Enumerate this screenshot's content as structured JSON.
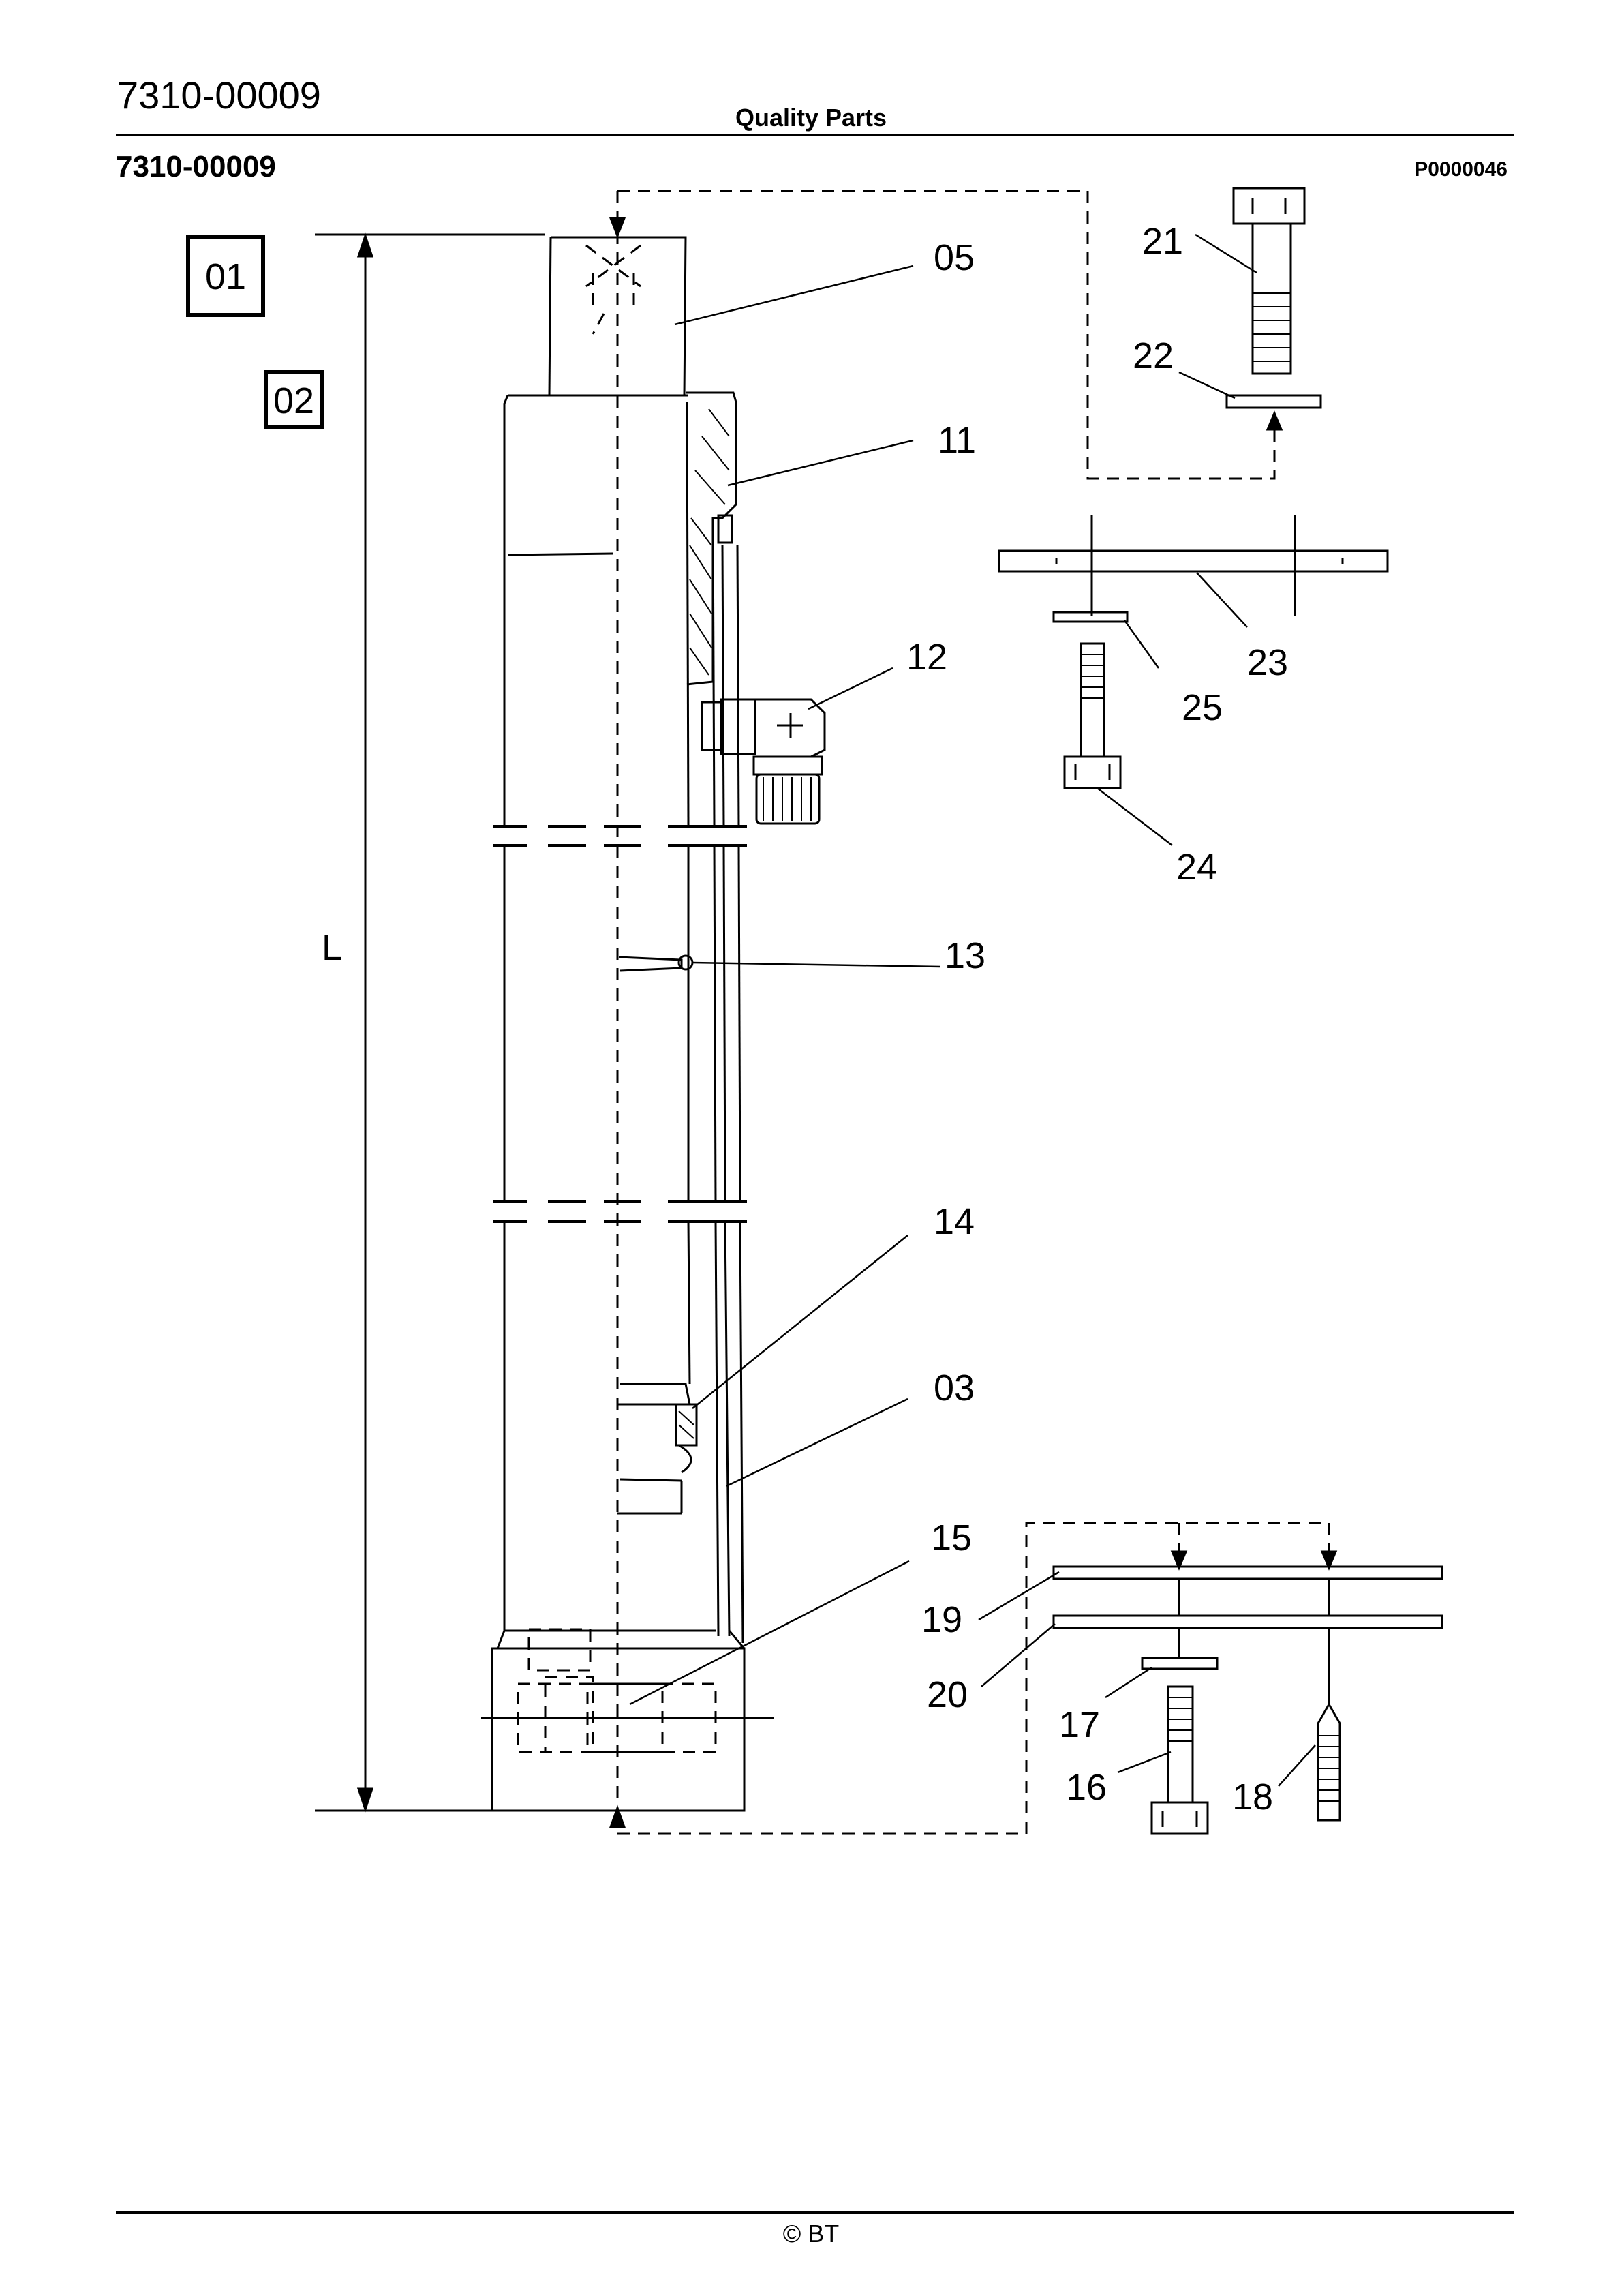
{
  "header": {
    "doc_number": "7310-00009",
    "title": "Quality Parts",
    "sub_number": "7310-00009",
    "drawing_code": "P0000046"
  },
  "footer": {
    "copyright": "© BT"
  },
  "diagram": {
    "dimension_label": "L",
    "boxed_labels": [
      "01",
      "02"
    ],
    "part_labels": [
      "05",
      "11",
      "12",
      "13",
      "14",
      "03",
      "15",
      "21",
      "22",
      "23",
      "25",
      "24",
      "19",
      "20",
      "17",
      "16",
      "18"
    ]
  }
}
